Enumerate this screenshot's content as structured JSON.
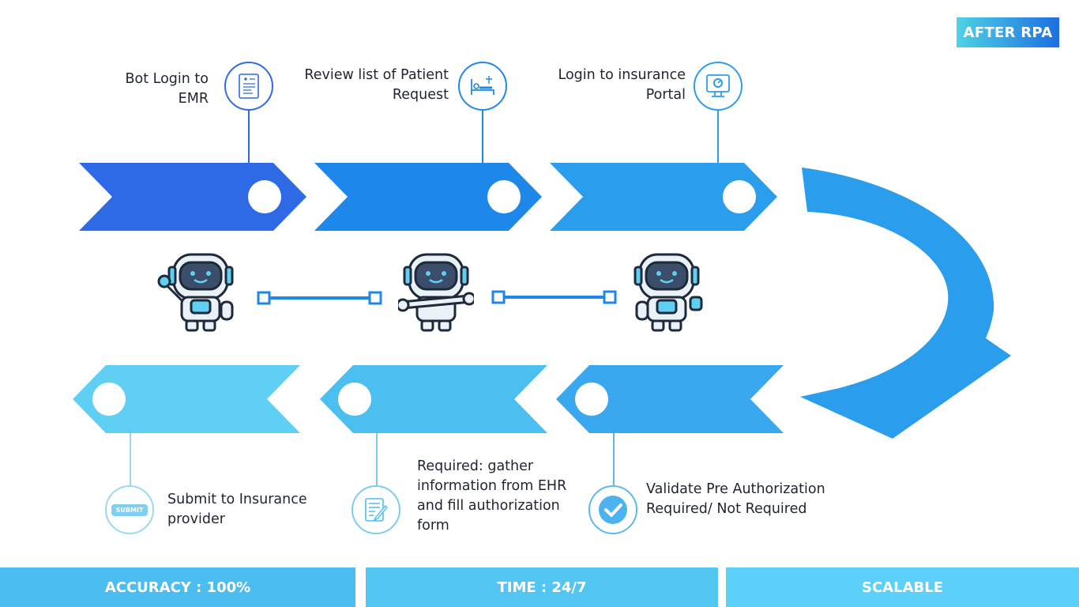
{
  "badge": "AFTER RPA",
  "top_steps": [
    {
      "label_lines": [
        "Bot Login to",
        "EMR"
      ],
      "icon": "medical-record-icon",
      "color": "#2f6ae6"
    },
    {
      "label_lines": [
        "Review list of Patient",
        "Request"
      ],
      "icon": "hospital-bed-icon",
      "color": "#1e88ea"
    },
    {
      "label_lines": [
        "Login to insurance",
        "Portal"
      ],
      "icon": "computer-monitor-icon",
      "color": "#2b9ded"
    }
  ],
  "bottom_steps": [
    {
      "label_lines": [
        "Submit to Insurance",
        "provider"
      ],
      "icon": "submit-icon",
      "icon_text": "SUBMIT",
      "color": "#5fd0f3"
    },
    {
      "label_lines": [
        "Required: gather",
        "information from EHR",
        "and fill authorization",
        "form"
      ],
      "icon": "form-edit-icon",
      "color": "#4bbff0"
    },
    {
      "label_lines": [
        "Validate Pre Authorization",
        "Required/ Not Required"
      ],
      "icon": "checkmark-icon",
      "color": "#39a8ee"
    }
  ],
  "footer": [
    {
      "label": "ACCURACY : 100%",
      "color": "#4cbdf0"
    },
    {
      "label": "TIME : 24/7",
      "color": "#52c5f2"
    },
    {
      "label": "SCALABLE",
      "color": "#5bd0f8"
    }
  ]
}
